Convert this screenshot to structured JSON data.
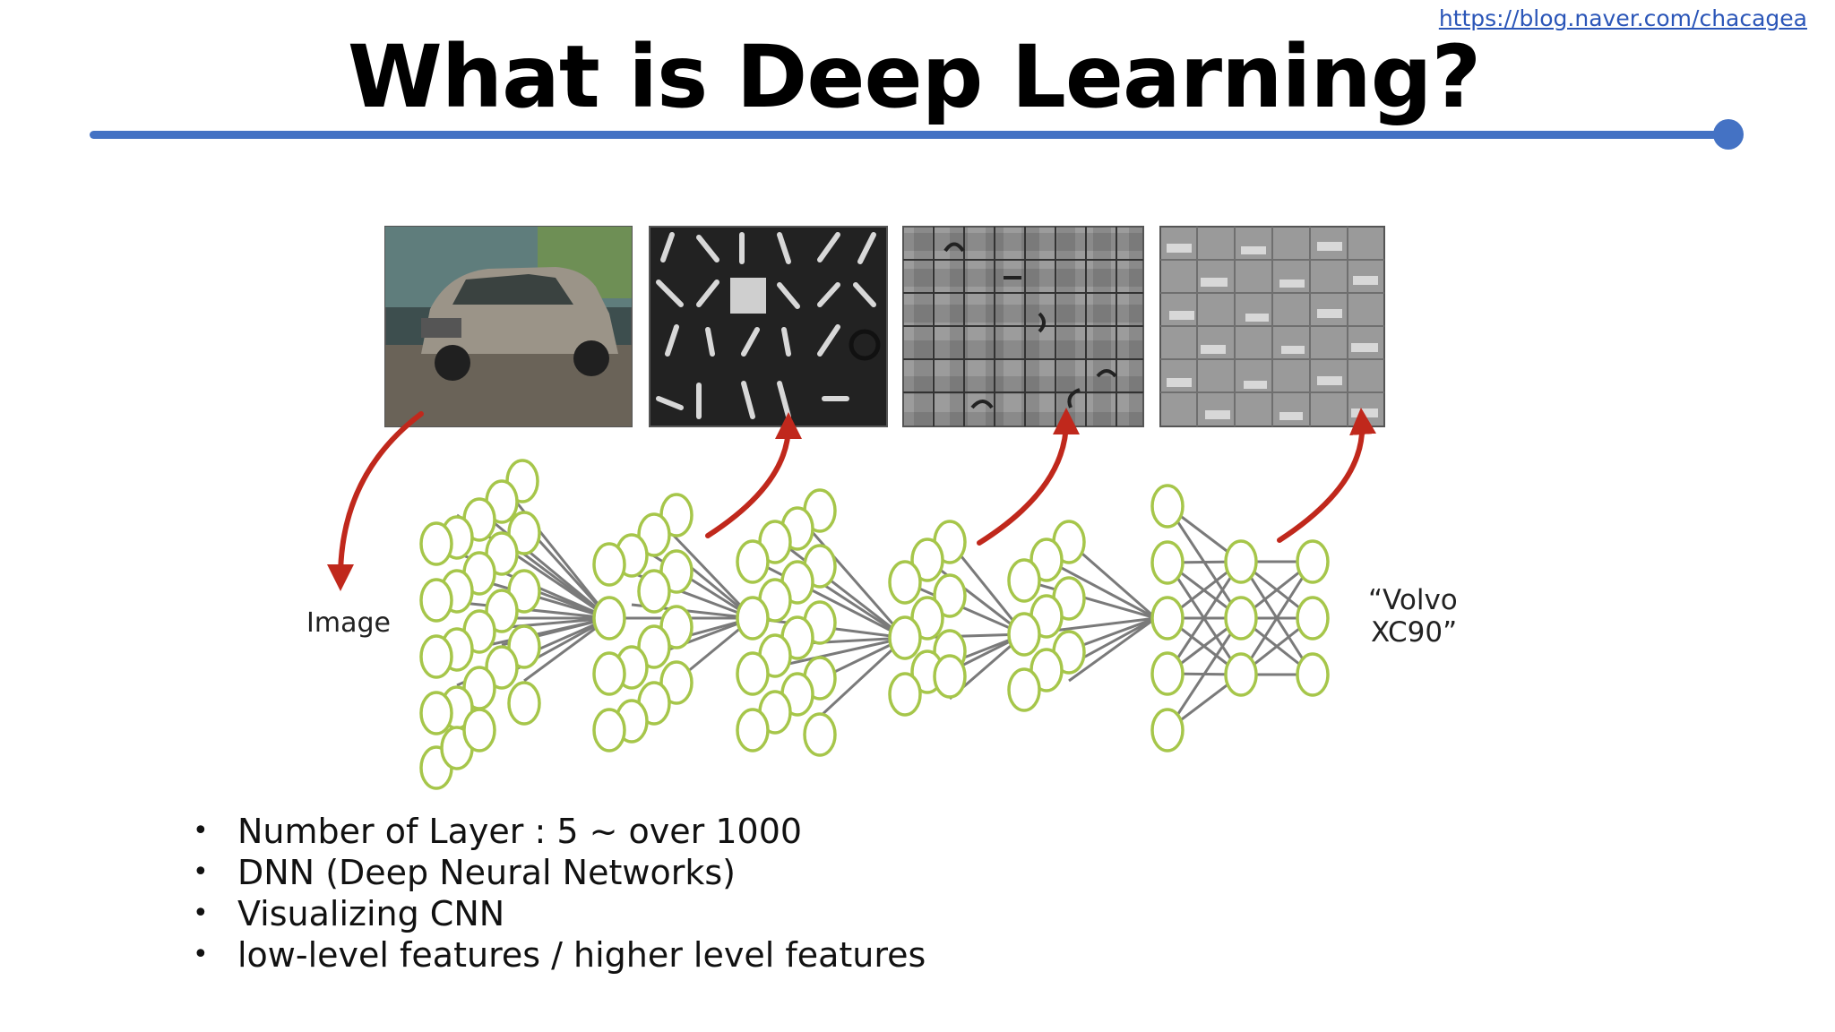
{
  "slide": {
    "link": "https://blog.naver.com/chacagea",
    "title": "What is Deep Learning?",
    "accent_color": "#4472c4",
    "arrow_color": "#c0281c",
    "node_color": "#a6c64a"
  },
  "diagram": {
    "input_label": "Image",
    "output_label_line1": "“Volvo",
    "output_label_line2": "XC90”",
    "panels": [
      {
        "name": "photo-of-volvo-xc90-car",
        "kind": "photo"
      },
      {
        "name": "low-level-edge-filters",
        "kind": "edges"
      },
      {
        "name": "mid-level-part-features",
        "kind": "parts"
      },
      {
        "name": "high-level-car-features",
        "kind": "cars"
      }
    ]
  },
  "bullets": [
    "Number of Layer : 5 ~ over 1000",
    "DNN (Deep Neural Networks)",
    "Visualizing CNN",
    "low-level features / higher level features"
  ]
}
